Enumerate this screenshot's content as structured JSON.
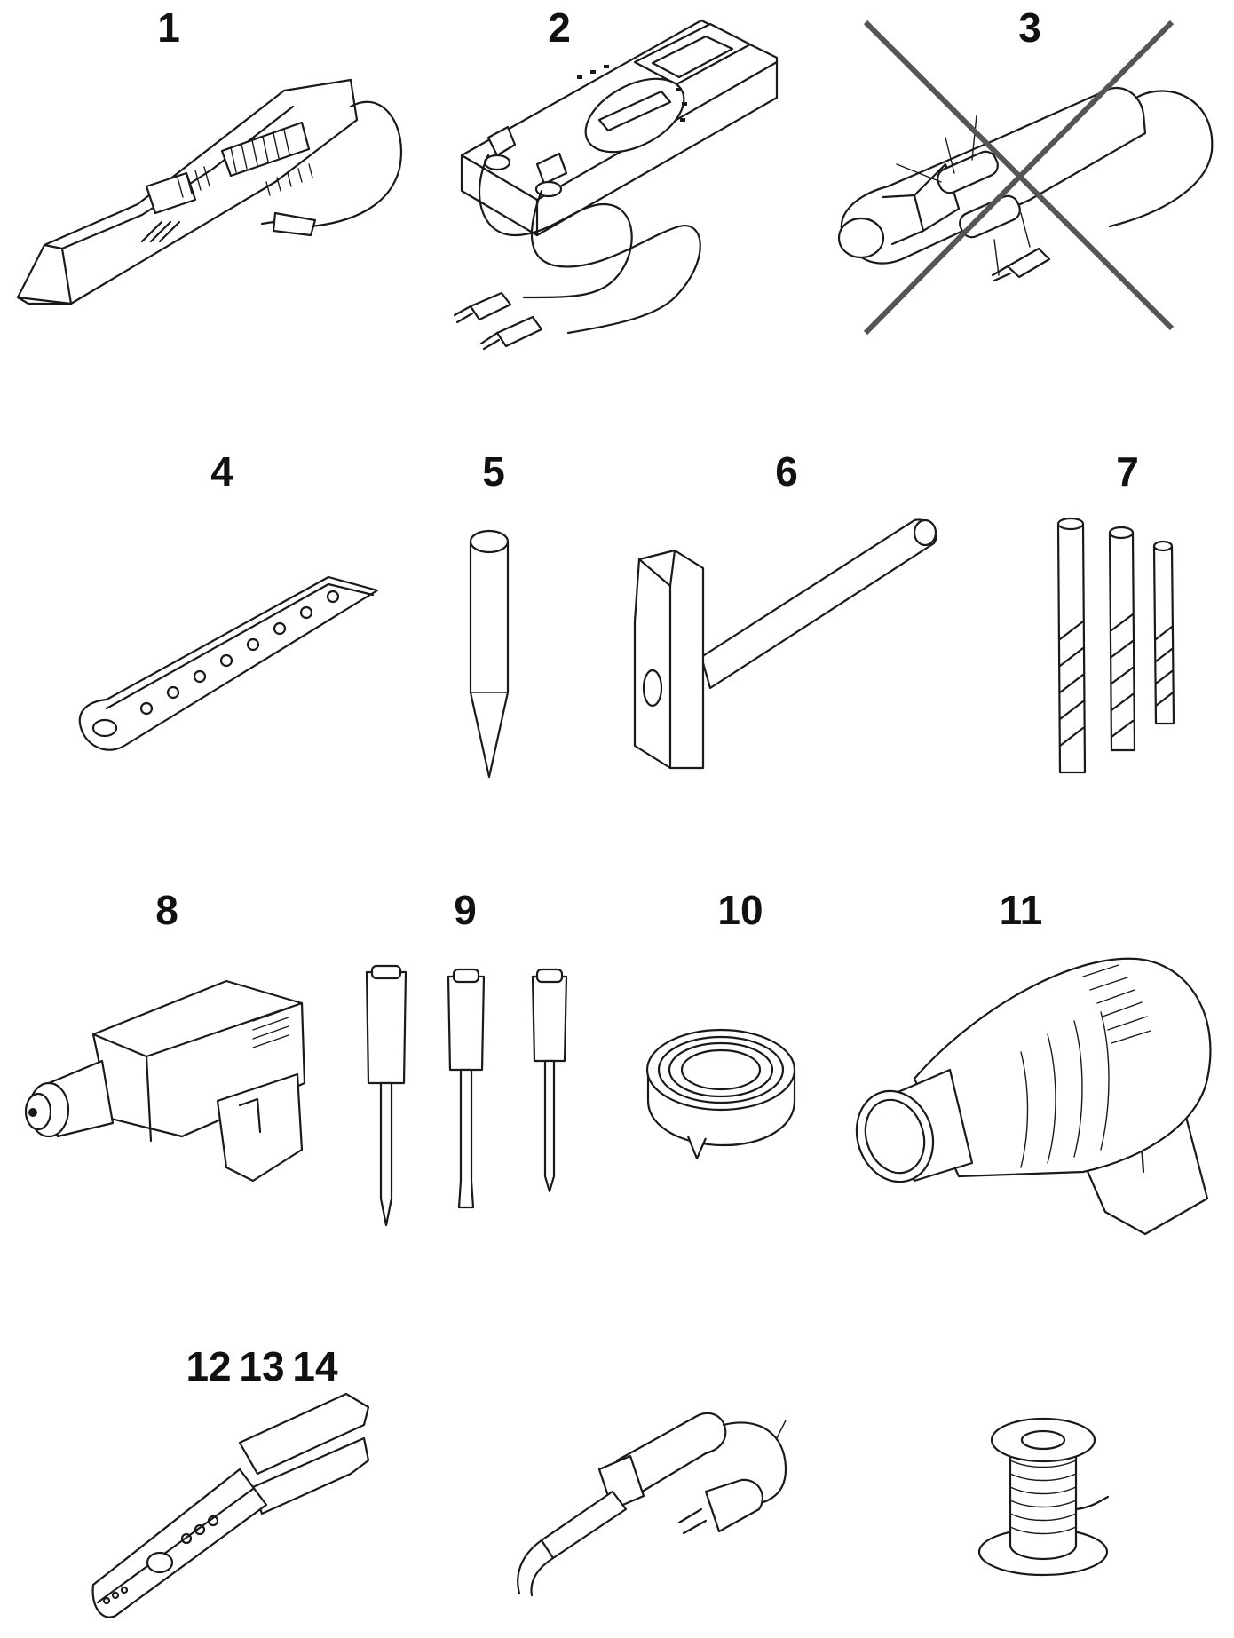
{
  "labels": [
    "1",
    "2",
    "3",
    "4",
    "5",
    "6",
    "7",
    "8",
    "9",
    "10",
    "11",
    "12 13 14"
  ],
  "tools": [
    {
      "id": "1",
      "icon": "wire-stripper-icon"
    },
    {
      "id": "2",
      "icon": "multimeter-icon"
    },
    {
      "id": "3",
      "icon": "test-lamp-icon",
      "crossed": true
    },
    {
      "id": "4",
      "icon": "terminal-strip-icon"
    },
    {
      "id": "5",
      "icon": "center-punch-icon"
    },
    {
      "id": "6",
      "icon": "hammer-icon"
    },
    {
      "id": "7",
      "icon": "drill-bits-icon"
    },
    {
      "id": "8",
      "icon": "power-drill-icon"
    },
    {
      "id": "9",
      "icon": "screwdrivers-icon"
    },
    {
      "id": "10",
      "icon": "insulating-tape-icon"
    },
    {
      "id": "11",
      "icon": "heat-gun-icon"
    },
    {
      "id": "12",
      "icon": "crimping-pliers-icon"
    },
    {
      "id": "13",
      "icon": "soldering-iron-icon"
    },
    {
      "id": "14",
      "icon": "solder-wire-icon"
    }
  ],
  "colors": {
    "line": "#1a1a1a",
    "cross": "#555555",
    "background": "#ffffff"
  }
}
